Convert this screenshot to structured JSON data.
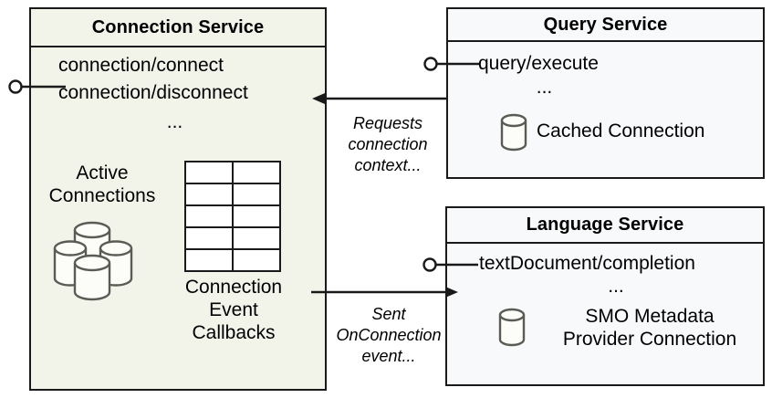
{
  "diagram": {
    "title_semantic": "sql-tools-service-architecture",
    "colors": {
      "connection_service_fill": "#f2f4ea",
      "service_fill": "#f8f9fb",
      "stroke": "#1a1a1a",
      "cylinder_stroke": "#595b55",
      "cylinder_fill": "#fcfcf8"
    }
  },
  "connection_service": {
    "title": "Connection Service",
    "endpoints": [
      "connection/connect",
      "connection/disconnect",
      "..."
    ],
    "active_connections_label": "Active\nConnections",
    "callbacks_label": "Connection\nEvent\nCallbacks",
    "grid": {
      "rows": 5,
      "cols": 2
    },
    "cylinder_count": 4
  },
  "query_service": {
    "title": "Query Service",
    "endpoints": [
      "query/execute",
      "..."
    ],
    "resource_label": "Cached Connection",
    "cylinder_count": 1
  },
  "language_service": {
    "title": "Language Service",
    "endpoints": [
      "textDocument/completion",
      "..."
    ],
    "resource_label": "SMO Metadata\nProvider Connection",
    "cylinder_count": 1
  },
  "connectors": {
    "requests_label": "Requests\nconnection\ncontext...",
    "sent_label": "Sent\nOnConnection\nevent..."
  }
}
